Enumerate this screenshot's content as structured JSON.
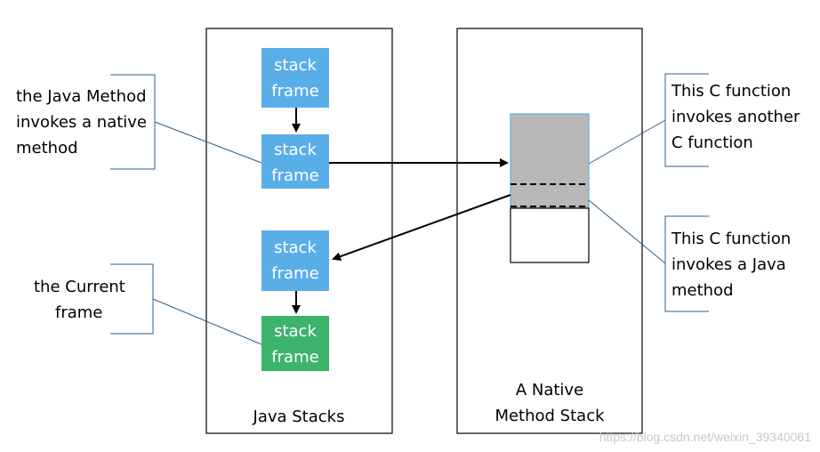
{
  "colors": {
    "frame_blue": "#5aaee8",
    "frame_green": "#3db36b",
    "native_fill": "#b8b8b8",
    "native_border": "#5aaee8",
    "line_blue": "#2f5f8f",
    "text": "#000000"
  },
  "java_stacks": {
    "label": "Java Stacks",
    "frames": [
      {
        "line1": "stack",
        "line2": "frame"
      },
      {
        "line1": "stack",
        "line2": "frame"
      },
      {
        "line1": "stack",
        "line2": "frame"
      },
      {
        "line1": "stack",
        "line2": "frame"
      }
    ]
  },
  "native_stack": {
    "label_line1": "A Native",
    "label_line2": "Method Stack"
  },
  "callouts": {
    "java_invokes_native": [
      "the Java Method",
      "invokes a native",
      "method"
    ],
    "current_frame": [
      "the Current",
      "frame"
    ],
    "c_invokes_c": [
      "This C function",
      "invokes another",
      "C function"
    ],
    "c_invokes_java": [
      "This C function",
      "invokes a Java",
      "method"
    ]
  },
  "watermark": "https://blog.csdn.net/weixin_39340061"
}
